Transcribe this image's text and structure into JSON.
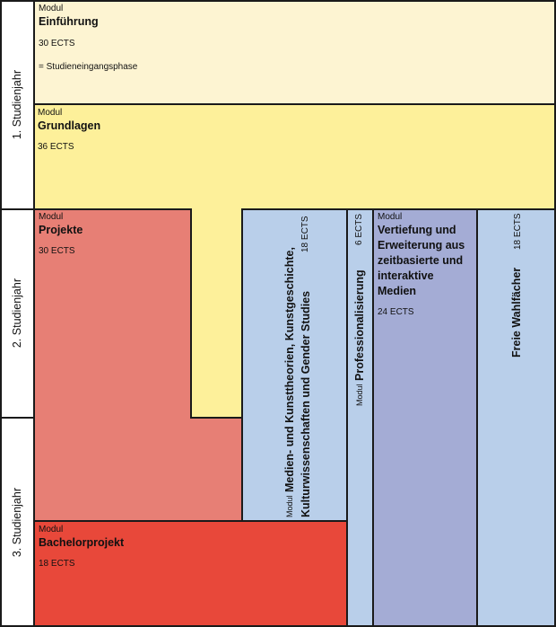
{
  "colors": {
    "einfuehrung": "#fdf4d2",
    "grundlagen": "#fdf09a",
    "projekte": "#e77f75",
    "bachelor": "#e8483a",
    "blue": "#b9cfea",
    "vertiefung": "#a4acd5",
    "stroke": "#1a1a1a"
  },
  "years": [
    "1. Studienjahr",
    "2. Studienjahr",
    "3. Studienjahr"
  ],
  "modules": {
    "einfuehrung": {
      "prefix": "Modul",
      "title": "Einführung",
      "ects": "30 ECTS",
      "note": "= Studieneingangsphase"
    },
    "grundlagen": {
      "prefix": "Modul",
      "title": "Grundlagen",
      "ects": "36 ECTS"
    },
    "projekte": {
      "prefix": "Modul",
      "title": "Projekte",
      "ects": "30 ECTS"
    },
    "bachelor": {
      "prefix": "Modul",
      "title": "Bachelorprojekt",
      "ects": "18 ECTS"
    },
    "medien": {
      "prefix": "Modul",
      "title_line1": "Medien- und Kunsttheorien, Kunstgeschichte,",
      "title_line2": "Kulturwissenschaften und Gender Studies",
      "ects": "18 ECTS"
    },
    "prof": {
      "prefix": "Modul",
      "title": "Professionalisierung",
      "ects": "6 ECTS"
    },
    "vertiefung": {
      "prefix": "Modul",
      "title": "Vertiefung und Erweiterung aus zeitbasierte und interaktive Medien",
      "ects": "24 ECTS"
    },
    "freie": {
      "title": "Freie Wahlfächer",
      "ects": "18 ECTS"
    }
  }
}
